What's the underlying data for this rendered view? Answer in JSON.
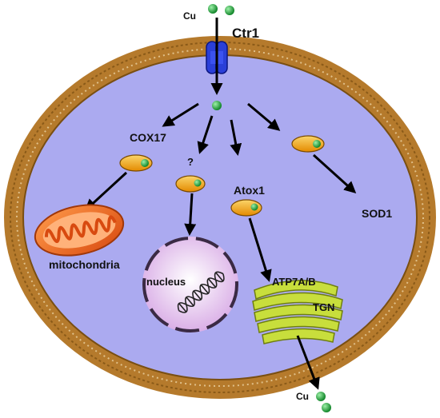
{
  "labels": {
    "cu_top": "Cu",
    "ctr1": "Ctr1",
    "cox17": "COX17",
    "unknown": "?",
    "atox1": "Atox1",
    "sod1": "SOD1",
    "mitochondria": "mitochondria",
    "nucleus": "nucleus",
    "atp7ab": "ATP7A/B",
    "tgn": "TGN",
    "cu_bottom": "Cu"
  },
  "colors": {
    "cytoplasm": "#abaaf0",
    "membrane": "#b57a2c",
    "membrane_dark": "#7a4f12",
    "transporter": "#2a3fd8",
    "copper": "#1fa83a",
    "chaperone": "#f5a00d",
    "mitochondria": "#f0641a",
    "nucleus": "#ecd2f2",
    "golgi": "#c8de3c",
    "arrow": "#000000"
  },
  "icons": [
    "copper-ion-icon",
    "ctr1-transporter-icon",
    "chaperone-icon",
    "mitochondria-icon",
    "nucleus-icon",
    "dna-helix-icon",
    "golgi-tgn-icon"
  ]
}
